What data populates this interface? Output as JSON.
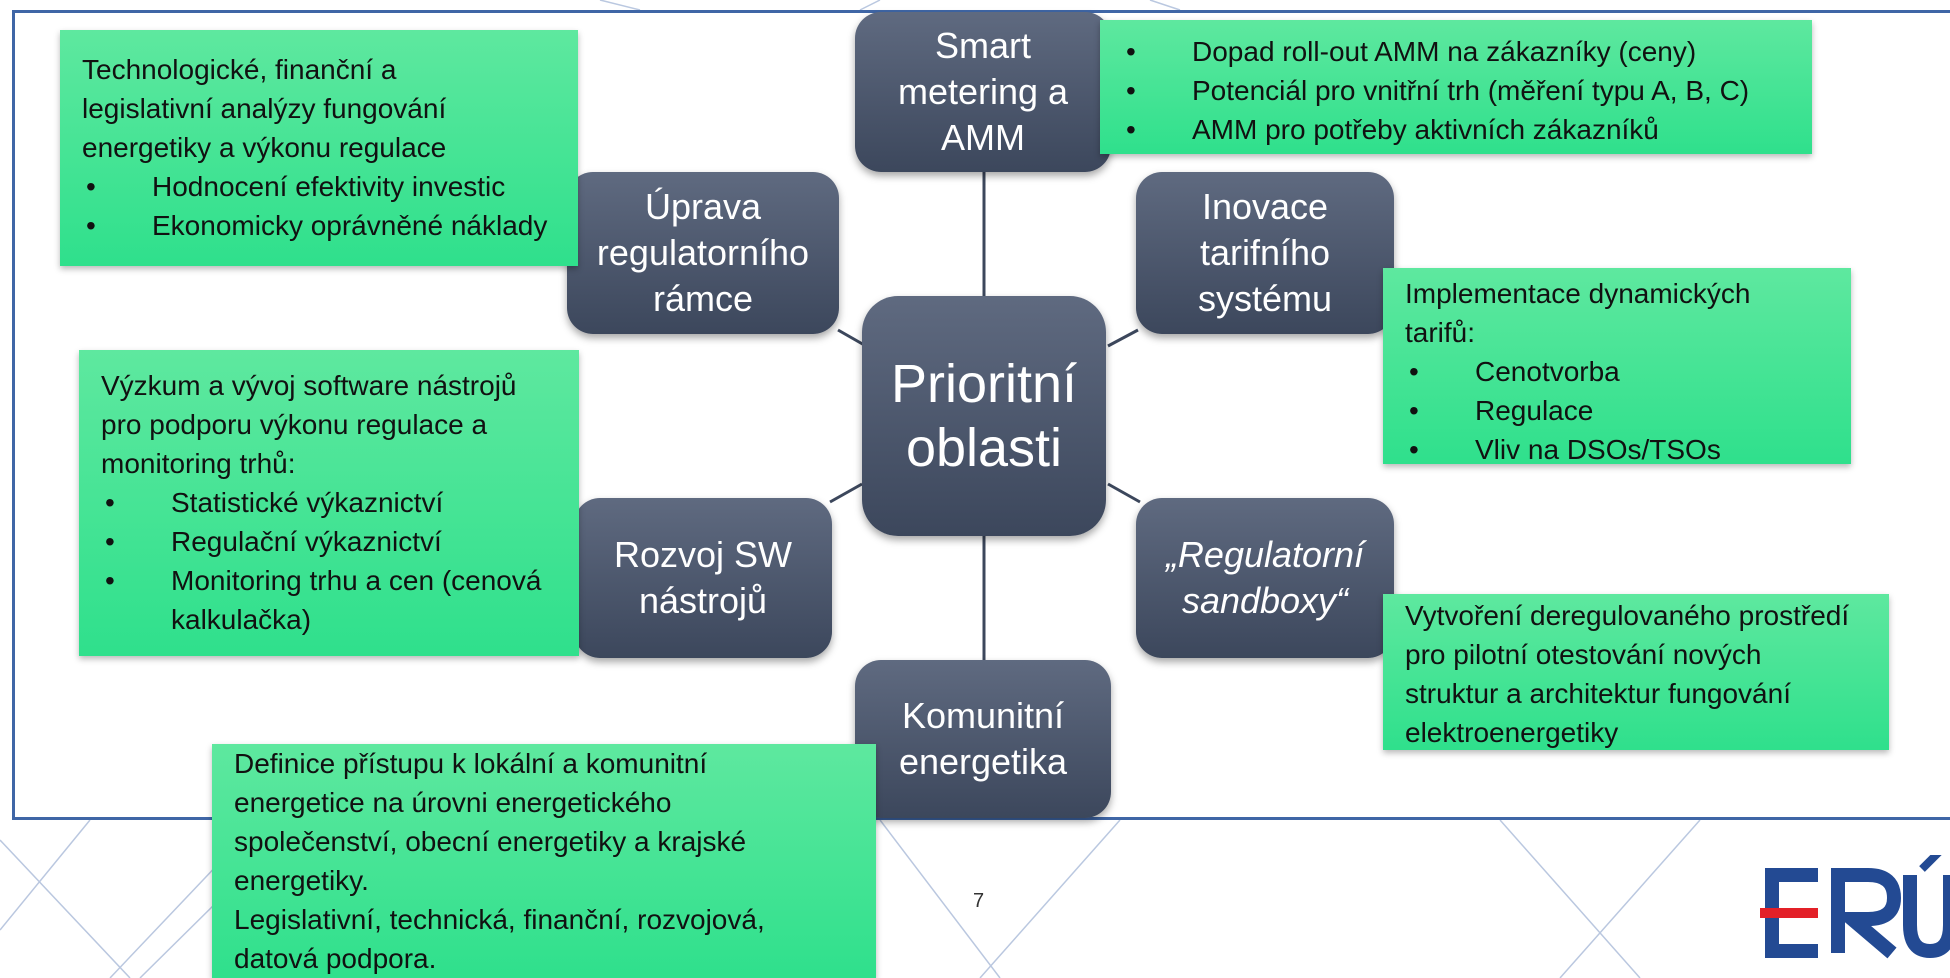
{
  "colors": {
    "frame": "#3f66a6",
    "node": "#4a556b",
    "box": "#33e08f",
    "logo_blue": "#234a93",
    "logo_red": "#e32028"
  },
  "center": {
    "lines": [
      "Prioritní",
      "oblasti"
    ]
  },
  "nodes": {
    "smart_metering": {
      "lines": [
        "Smart",
        "metering a",
        "AMM"
      ]
    },
    "uprava": {
      "lines": [
        "Úprava",
        "regulatorního",
        "rámce"
      ]
    },
    "inovace": {
      "lines": [
        "Inovace",
        "tarifního",
        "systému"
      ]
    },
    "rozvoj": {
      "lines": [
        "Rozvoj SW",
        "nástrojů"
      ]
    },
    "sandboxy": {
      "lines": [
        "„Regulatorní",
        "sandboxy“"
      ]
    },
    "komunitni": {
      "lines": [
        "Komunitní",
        "energetika"
      ]
    }
  },
  "boxes": {
    "smart_metering": {
      "items": [
        "Dopad roll-out AMM na zákazníky (ceny)",
        "Potenciál pro vnitřní trh (měření typu A, B, C)",
        "AMM pro potřeby aktivních zákazníků"
      ]
    },
    "uprava": {
      "lines": [
        "Technologické, finanční a",
        "legislativní analýzy fungování",
        "energetiky a výkonu regulace"
      ],
      "items": [
        "Hodnocení efektivity investic",
        "Ekonomicky oprávněné náklady"
      ]
    },
    "inovace": {
      "lines": [
        "Implementace dynamických",
        "tarifů:"
      ],
      "items": [
        "Cenotvorba",
        "Regulace",
        "Vliv na DSOs/TSOs"
      ]
    },
    "rozvoj": {
      "lines": [
        "Výzkum a vývoj software nástrojů",
        "pro podporu výkonu regulace a",
        "monitoring trhů:"
      ],
      "items": [
        "Statistické výkaznictví",
        "Regulační výkaznictví",
        "Monitoring trhu a cen (cenová kalkulačka)"
      ]
    },
    "sandboxy": {
      "lines": [
        "Vytvoření deregulovaného prostředí",
        "pro pilotní otestování nových",
        "struktur a architektur fungování",
        "elektroenergetiky"
      ]
    },
    "komunitni": {
      "lines": [
        "Definice přístupu k lokální a komunitní",
        "energetice na úrovni energetického",
        "společenství, obecní energetiky a krajské",
        "energetiky.",
        "Legislativní, technická, finanční, rozvojová,",
        "datová podpora."
      ]
    }
  },
  "footer": {
    "page_number": "7",
    "logo_text": "ERÚ"
  }
}
